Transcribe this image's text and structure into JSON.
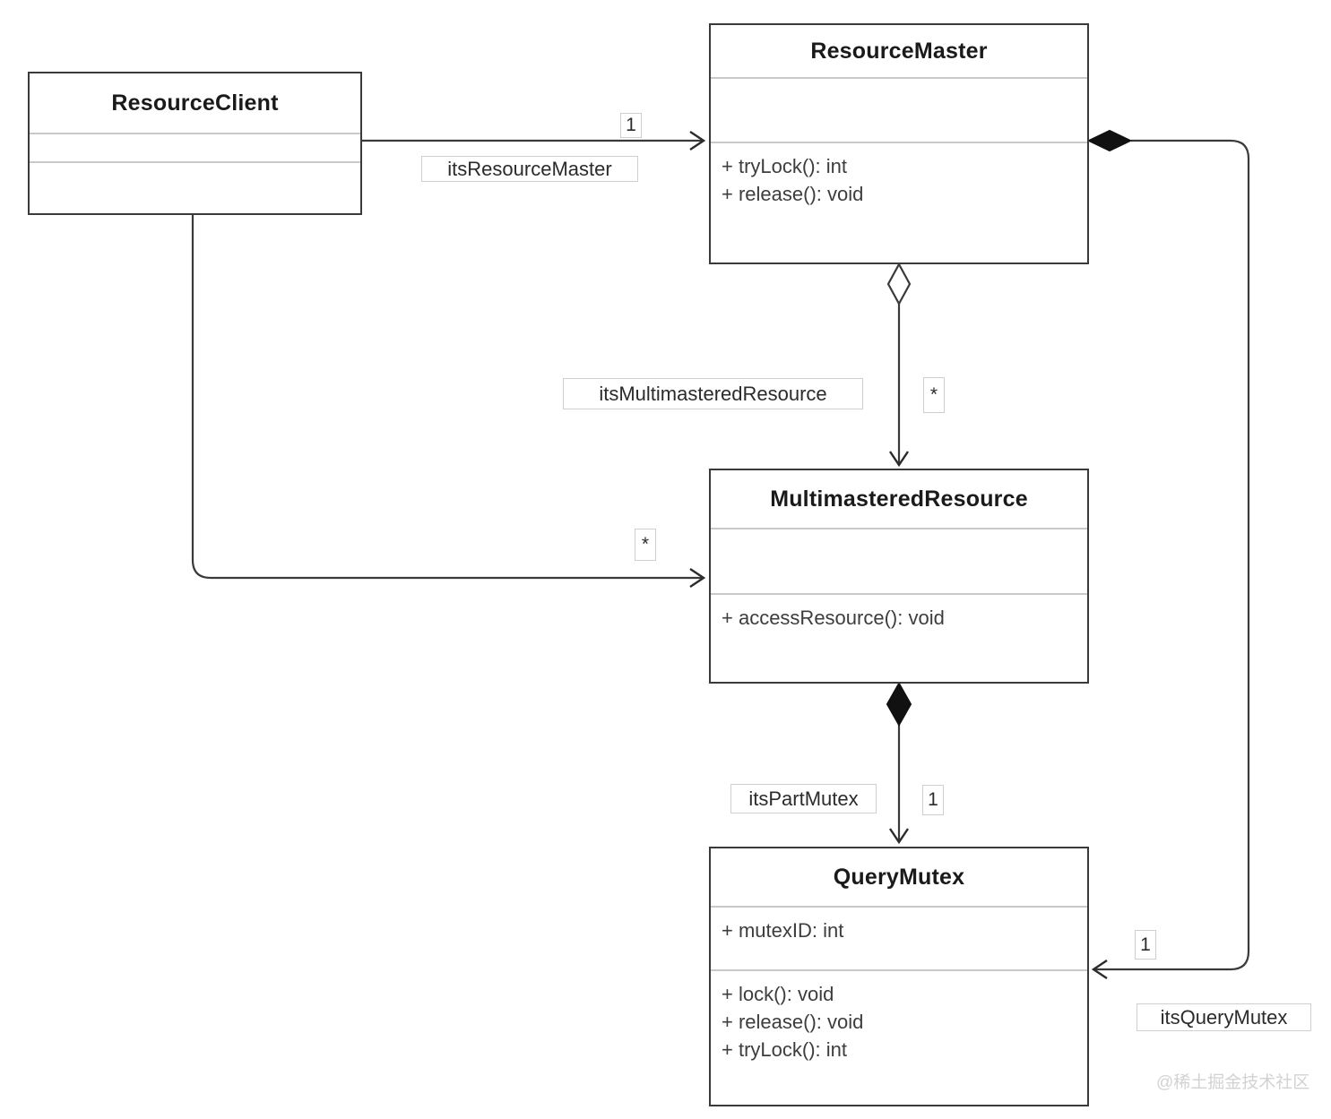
{
  "diagram": {
    "kind": "uml-class-diagram",
    "background": "#ffffff",
    "line_color": "#3a3a3a",
    "divider_color": "#c9c9c9",
    "label_border_color": "#cfcfcf",
    "watermark": "@稀土掘金技术社区"
  },
  "classes": {
    "resource_client": {
      "name": "ResourceClient",
      "attributes": [],
      "operations": []
    },
    "resource_master": {
      "name": "ResourceMaster",
      "attributes": [],
      "operations": [
        "+ tryLock(): int",
        "+ release(): void"
      ]
    },
    "multimastered_resource": {
      "name": "MultimasteredResource",
      "attributes": [],
      "operations": [
        "+ accessResource(): void"
      ]
    },
    "query_mutex": {
      "name": "QueryMutex",
      "attributes": [
        "+ mutexID: int"
      ],
      "operations": [
        "+ lock(): void",
        "+ release(): void",
        "+ tryLock(): int"
      ]
    }
  },
  "associations": [
    {
      "id": "client-to-master",
      "role": "itsResourceMaster",
      "multiplicity": "1",
      "from": "ResourceClient",
      "to": "ResourceMaster",
      "end_marker": "open-arrow"
    },
    {
      "id": "master-to-resource",
      "role": "itsMultimasteredResource",
      "multiplicity": "*",
      "from": "ResourceMaster",
      "to": "MultimasteredResource",
      "source_marker": "hollow-diamond",
      "end_marker": "open-arrow"
    },
    {
      "id": "client-to-resource",
      "role": "",
      "multiplicity": "*",
      "from": "ResourceClient",
      "to": "MultimasteredResource",
      "end_marker": "open-arrow"
    },
    {
      "id": "resource-to-mutex",
      "role": "itsPartMutex",
      "multiplicity": "1",
      "from": "MultimasteredResource",
      "to": "QueryMutex",
      "source_marker": "filled-diamond",
      "end_marker": "open-arrow"
    },
    {
      "id": "master-to-mutex",
      "role": "itsQueryMutex",
      "multiplicity": "1",
      "from": "ResourceMaster",
      "to": "QueryMutex",
      "source_marker": "filled-diamond",
      "end_marker": "open-arrow"
    }
  ]
}
